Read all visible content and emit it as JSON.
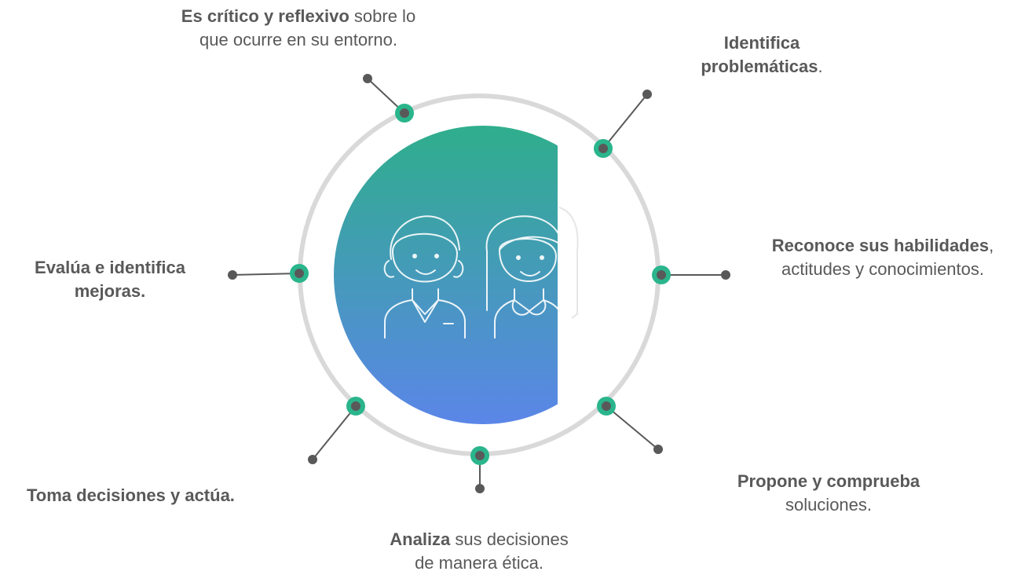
{
  "colors": {
    "ring": "#d9d9d9",
    "node": "#2ab58c",
    "connector": "#595959",
    "gradient_top": "#2fae8c",
    "gradient_bottom": "#5b86e8",
    "text": "#595959"
  },
  "icon": "two-students-icon",
  "labels": {
    "critico": {
      "bold": "Es crítico y reflexivo",
      "rest": " sobre lo",
      "line2": "que ocurre en su entorno."
    },
    "identifica": {
      "bold1": "Identifica",
      "bold2": "problemáticas",
      "rest": "."
    },
    "reconoce": {
      "bold": "Reconoce sus habilidades",
      "rest": ",",
      "line2": "actitudes y conocimientos."
    },
    "propone": {
      "bold": "Propone y comprueba",
      "line2": "soluciones."
    },
    "analiza": {
      "bold": "Analiza",
      "rest": " sus decisiones",
      "line2": "de manera ética."
    },
    "toma": {
      "bold": "Toma decisiones y actúa."
    },
    "evalua": {
      "bold1": "Evalúa e identifica",
      "bold2": "mejoras."
    }
  }
}
